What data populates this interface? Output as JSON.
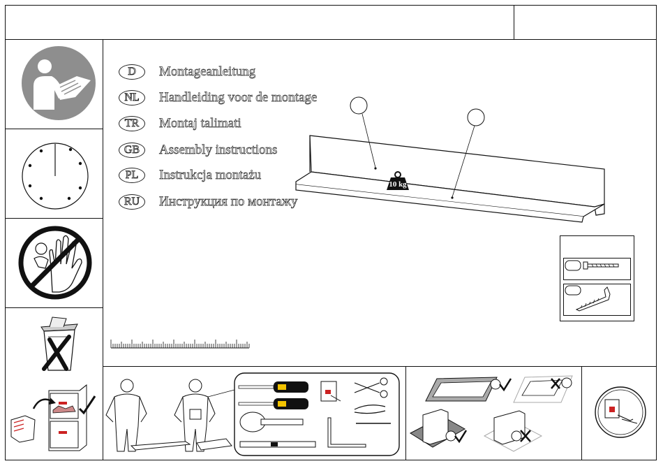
{
  "languages": [
    {
      "code": "D",
      "label": "Montageanleitung"
    },
    {
      "code": "NL",
      "label": "Handleiding voor de montage"
    },
    {
      "code": "TR",
      "label": "Montaj  talimati"
    },
    {
      "code": "GB",
      "label": "Assembly instructions"
    },
    {
      "code": "PL",
      "label": "Instrukcja montażu"
    },
    {
      "code": "RU",
      "label": "Инструкция по монтажу"
    }
  ],
  "product": {
    "weight_label": "10 kg"
  },
  "icons": {
    "read_manual": "read-manual-icon",
    "clock": "clock-icon",
    "no_children": "no-children-icon",
    "no_trash": "no-trash-icon",
    "keep_manual": "keep-manual-icon"
  }
}
